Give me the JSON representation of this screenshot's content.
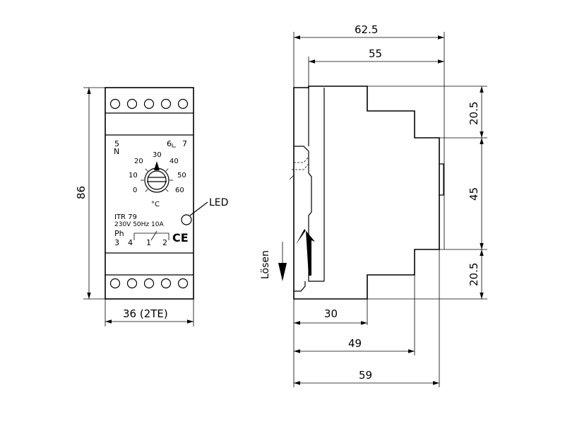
{
  "front_view": {
    "dim_height": "86",
    "dim_width": "36 (2TE)",
    "terminal_top_labels": [
      "5",
      "N",
      "6",
      "7"
    ],
    "dial_scale": [
      "0",
      "10",
      "20",
      "30",
      "40",
      "50",
      "60"
    ],
    "dial_unit": "°C",
    "led_label": "LED",
    "model": "ITR 79",
    "rating": "230V 50Hz 10A",
    "phase_label": "Ph",
    "terminal_bottom_labels": [
      "3",
      "4",
      "1",
      "2"
    ],
    "ce_mark": "CE"
  },
  "side_view": {
    "dim_total_width": "62.5",
    "dim_width_55": "55",
    "dim_top": "20.5",
    "dim_middle": "45",
    "dim_bottom": "20.5",
    "dim_30": "30",
    "dim_49": "49",
    "dim_59": "59",
    "release_label": "Lösen"
  }
}
